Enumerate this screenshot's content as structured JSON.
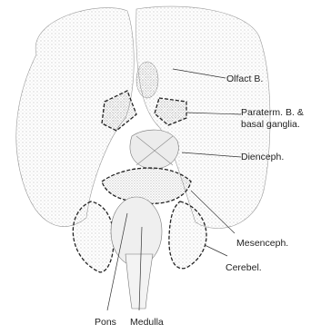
{
  "labels": {
    "olfact": "Olfact B.",
    "paraterm_line1": "Paraterm. B. &",
    "paraterm_line2": "basal ganglia.",
    "dienceph": "Dienceph.",
    "mesenceph": "Mesenceph.",
    "cerebel": "Cerebel.",
    "pons": "Pons",
    "medulla": "Medulla"
  },
  "colors": {
    "ink": "#222222",
    "stipple": "#7a7a7a",
    "paper": "#ffffff"
  }
}
